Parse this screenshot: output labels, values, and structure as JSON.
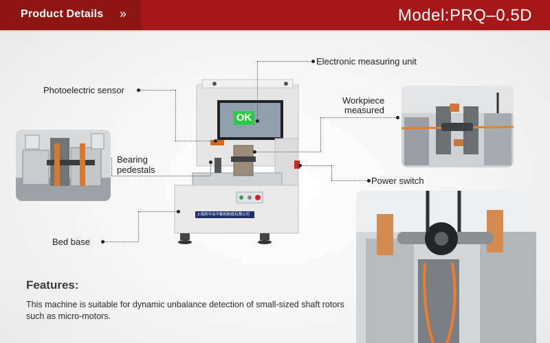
{
  "header": {
    "title": "Product Details",
    "chevron": "»",
    "model": "Model:PRQ–0.5D"
  },
  "machine": {
    "screen_text": "OK",
    "plate_text": "上海剑平动平衡机制造有限公司"
  },
  "callouts": {
    "electronic_unit": "Electronic measuring unit",
    "photo_sensor": "Photoelectric sensor",
    "workpiece_line1": "Workpiece",
    "workpiece_line2": "measured",
    "bearing_line1": "Bearing",
    "bearing_line2": "pedestals",
    "power_switch": "Power switch",
    "bed_base": "Bed base"
  },
  "features": {
    "title": "Features:",
    "text": "This machine is suitable for dynamic unbalance detection of small-sized shaft rotors such as micro-motors."
  },
  "colors": {
    "header_red": "#a61818",
    "screen_green": "#2fc94a"
  }
}
